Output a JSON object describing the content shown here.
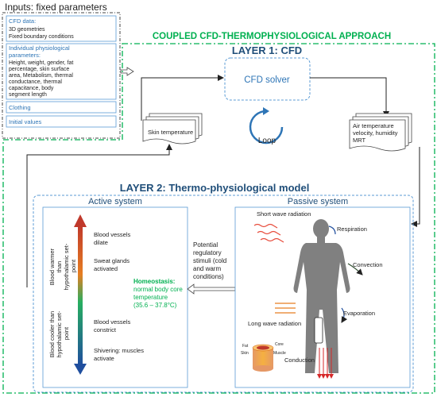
{
  "inputs_title": "Inputs: fixed parameters",
  "cfd_data": {
    "heading": "CFD data:",
    "lines": [
      "3D geometries",
      "Fixed boundary conditions"
    ]
  },
  "individual": {
    "heading": [
      "Individual physiological",
      "parameters:"
    ],
    "lines": [
      "Height, weight, gender, fat",
      "percentage, skin surface",
      "area, Metabolism, thermal",
      "conductance, thermal",
      "capacitance, body",
      "segment length"
    ]
  },
  "clothing_label": "Clothing",
  "initial_values_label": "Initial values",
  "approach_title": "COUPLED CFD-THERMOPHYSIOLOGICAL APPROACH",
  "layer1": {
    "title": "LAYER 1: CFD",
    "solver": "CFD solver",
    "skin_temperature": "Skin temperature",
    "air_doc": [
      "Air temperature",
      "velocity, humidity",
      "MRT"
    ],
    "loop": "Loop"
  },
  "layer2": {
    "title": "LAYER 2: Thermo-physiological model",
    "active_title": "Active system",
    "passive_title": "Passive system",
    "warmer_label": [
      "Blood warmer",
      "than",
      "hypothalamic set-",
      "point"
    ],
    "cooler_label": [
      "Blood cooler than",
      "hypothalamic set-",
      "point"
    ],
    "dilate": [
      "Blood vessels",
      "dilate"
    ],
    "sweat": [
      "Sweat glands",
      "activated"
    ],
    "homeostasis": [
      "Homeostasis:",
      "normal body core",
      "temperature",
      "(35.6 – 37.8°C)"
    ],
    "constrict": [
      "Blood vessels",
      "constrict"
    ],
    "shivering": [
      "Shivering: muscles",
      "activate"
    ],
    "stimuli": [
      "Potential",
      "regulatory",
      "stimuli (cold",
      "and warm",
      "conditions)"
    ],
    "short_wave": "Short wave radiation",
    "respiration": "Respiration",
    "convection": "Convection",
    "evaporation": "Evaporation",
    "long_wave": "Long wave radiation",
    "conduction": "Conduction",
    "fat": "Fat",
    "core": "Core",
    "skin": "Skin",
    "muscle": "Muscle"
  },
  "colors": {
    "blue_text": "#2e75b6",
    "green": "#00b050",
    "dash_blue": "#5b9bd5"
  }
}
